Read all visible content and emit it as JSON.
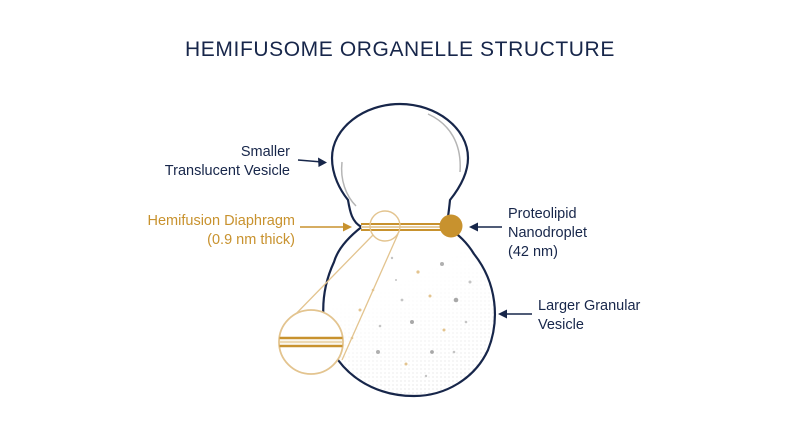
{
  "title": "HEMIFUSOME ORGANELLE STRUCTURE",
  "labels": {
    "smaller_vesicle": [
      "Smaller",
      "Translucent Vesicle"
    ],
    "hemifusion_diaphragm": [
      "Hemifusion Diaphragm",
      "(0.9 nm thick)"
    ],
    "proteolipid_nanodroplet": [
      "Proteolipid",
      "Nanodroplet",
      "(42 nm)"
    ],
    "larger_vesicle": [
      "Larger Granular",
      "Vesicle"
    ]
  },
  "colors": {
    "navy": "#17264a",
    "gold": "#c8922e",
    "gold_light": "#e3c48f",
    "gray": "#b8b8b8"
  }
}
